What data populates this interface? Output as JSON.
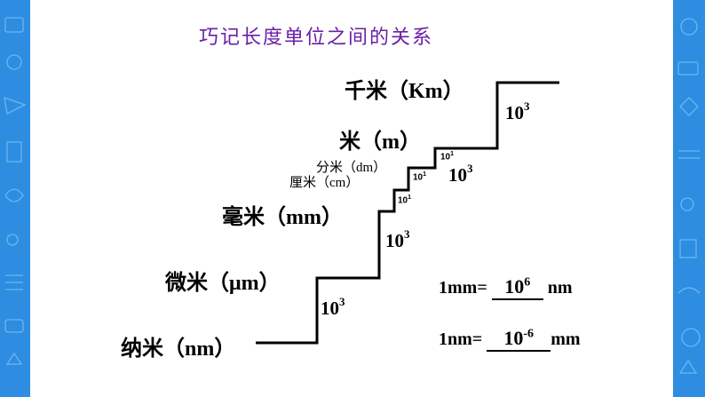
{
  "title": "巧记长度单位之间的关系",
  "units": {
    "km": "千米（Km）",
    "m": "米（m）",
    "dm": "分米（dm）",
    "cm": "厘米（cm）",
    "mm": "毫米（mm）",
    "um": "微米（μm）",
    "nm": "纳米（nm）"
  },
  "factors": {
    "base": "10",
    "exp3": "3",
    "exp1": "1",
    "exp6": "6",
    "expneg6": "-6"
  },
  "equations": {
    "mm_left": "1mm=",
    "mm_right": "nm",
    "nm_left": "1nm=",
    "nm_right": "mm"
  },
  "colors": {
    "border": "#2e8de0",
    "title": "#6a1fa8"
  }
}
